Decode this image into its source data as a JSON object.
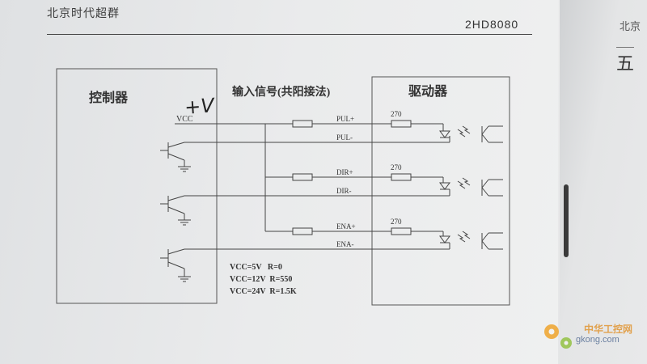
{
  "header": {
    "left_title": "北京时代超群",
    "right_model": "2HD8080"
  },
  "right_page": {
    "top_text": "北京",
    "box_char": "五"
  },
  "diagram": {
    "controller_label": "控制器",
    "driver_label": "驱动器",
    "signal_title": "输入信号(共阳接法)",
    "handwritten_note": "+V",
    "vcc_label": "VCC",
    "signals": [
      {
        "plus": "PUL+",
        "minus": "PUL-",
        "resistor": "270"
      },
      {
        "plus": "DIR+",
        "minus": "DIR-",
        "resistor": "270"
      },
      {
        "plus": "ENA+",
        "minus": "ENA-",
        "resistor": "270"
      }
    ],
    "notes": [
      "VCC=5V   R=0",
      "VCC=12V  R=550",
      "VCC=24V  R=1.5K"
    ]
  },
  "watermark": {
    "cn": "中华工控网",
    "en": "gkong.com"
  }
}
